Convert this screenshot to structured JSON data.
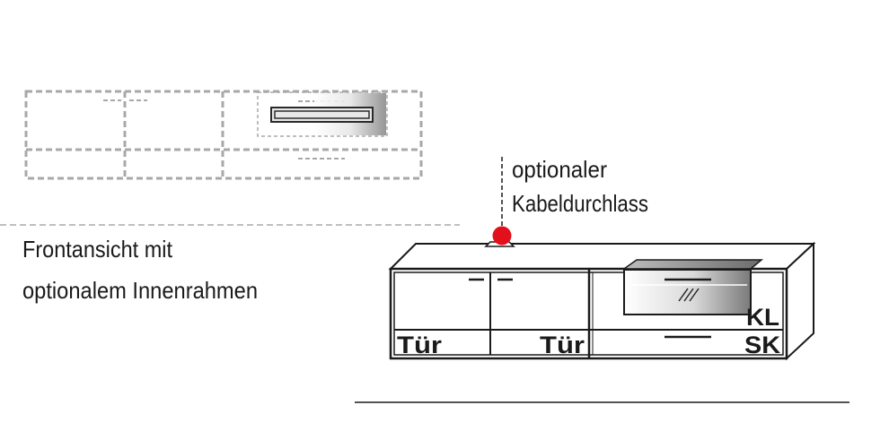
{
  "caption": {
    "line1": "Frontansicht mit",
    "line2": "optionalem Innenrahmen"
  },
  "callout": {
    "line1": "optionaler",
    "line2": "Kabeldurchlass"
  },
  "labels": {
    "door_left": "Tür",
    "door_right": "Tür",
    "flap": "KL",
    "drawer": "SK"
  },
  "colors": {
    "line": "#1a1a1a",
    "dashed": "#a8a8a8",
    "marker": "#e3101b",
    "glass_dark": "#6e6e6e",
    "glass_light": "#f2f2f2"
  }
}
